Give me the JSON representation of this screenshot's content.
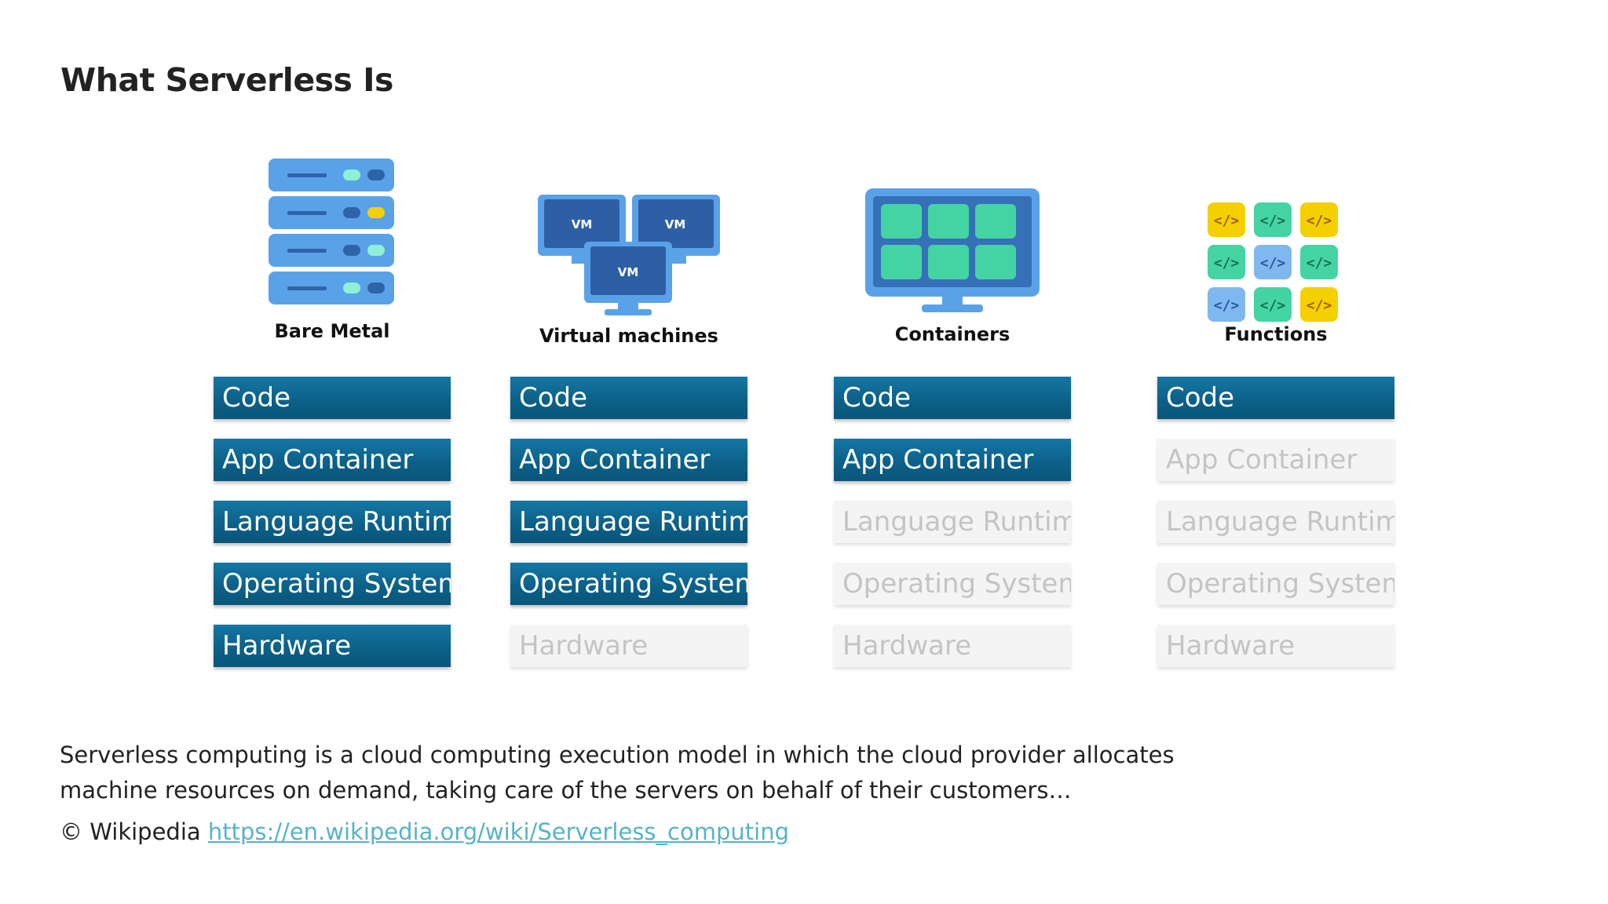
{
  "title": "What Serverless Is",
  "columns": [
    {
      "label": "Bare Metal",
      "icon": "server-rack-icon",
      "layers": [
        {
          "label": "Code",
          "active": true
        },
        {
          "label": "App Container",
          "active": true
        },
        {
          "label": "Language Runtime",
          "active": true
        },
        {
          "label": "Operating System",
          "active": true
        },
        {
          "label": "Hardware",
          "active": true
        }
      ]
    },
    {
      "label": "Virtual machines",
      "icon": "virtual-machines-icon",
      "vm_badge": "VM",
      "layers": [
        {
          "label": "Code",
          "active": true
        },
        {
          "label": "App Container",
          "active": true
        },
        {
          "label": "Language Runtime",
          "active": true
        },
        {
          "label": "Operating System",
          "active": true
        },
        {
          "label": "Hardware",
          "active": false
        }
      ]
    },
    {
      "label": "Containers",
      "icon": "containers-monitor-icon",
      "layers": [
        {
          "label": "Code",
          "active": true
        },
        {
          "label": "App Container",
          "active": true
        },
        {
          "label": "Language Runtime",
          "active": false
        },
        {
          "label": "Operating System",
          "active": false
        },
        {
          "label": "Hardware",
          "active": false
        }
      ]
    },
    {
      "label": "Functions",
      "icon": "functions-code-grid-icon",
      "layers": [
        {
          "label": "Code",
          "active": true
        },
        {
          "label": "App Container",
          "active": false
        },
        {
          "label": "Language Runtime",
          "active": false
        },
        {
          "label": "Operating System",
          "active": false
        },
        {
          "label": "Hardware",
          "active": false
        }
      ]
    }
  ],
  "description": "Serverless computing is a cloud computing execution model in which the cloud provider allocates machine resources on demand, taking care of the servers on behalf of their customers…",
  "source": {
    "prefix": "© Wikipedia",
    "link_text": "https://en.wikipedia.org/wiki/Serverless_computing"
  },
  "colors": {
    "active_layer": "#0c6189",
    "inactive_layer": "#f4f4f4",
    "inactive_text": "#c4c4c4",
    "icon_blue": "#4b8fd8",
    "icon_light_blue": "#7fb8ee",
    "icon_green": "#44d4a4",
    "icon_yellow": "#f5d000",
    "link": "#56b4c8"
  }
}
